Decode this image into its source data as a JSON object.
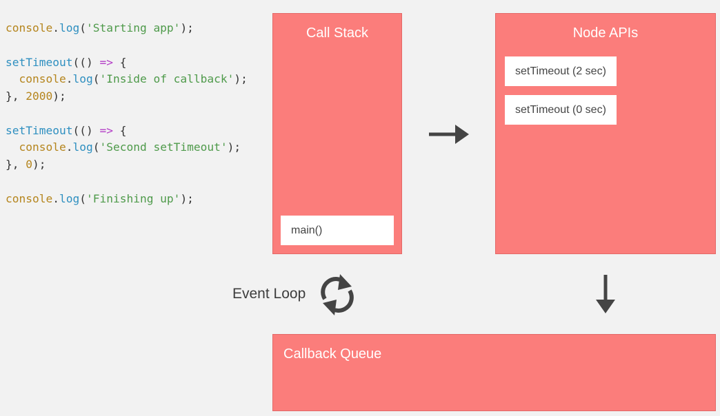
{
  "code": [
    [
      {
        "t": "console",
        "c": "obj"
      },
      {
        "t": ".",
        "c": "pun"
      },
      {
        "t": "log",
        "c": "fn"
      },
      {
        "t": "(",
        "c": "pun"
      },
      {
        "t": "'Starting app'",
        "c": "str"
      },
      {
        "t": ");",
        "c": "pun"
      }
    ],
    [],
    [
      {
        "t": "setTimeout",
        "c": "fn"
      },
      {
        "t": "(() ",
        "c": "pun"
      },
      {
        "t": "=>",
        "c": "kw"
      },
      {
        "t": " {",
        "c": "pun"
      }
    ],
    [
      {
        "t": "  ",
        "c": "pun"
      },
      {
        "t": "console",
        "c": "obj"
      },
      {
        "t": ".",
        "c": "pun"
      },
      {
        "t": "log",
        "c": "fn"
      },
      {
        "t": "(",
        "c": "pun"
      },
      {
        "t": "'Inside of callback'",
        "c": "str"
      },
      {
        "t": ");",
        "c": "pun"
      }
    ],
    [
      {
        "t": "}, ",
        "c": "pun"
      },
      {
        "t": "2000",
        "c": "num"
      },
      {
        "t": ");",
        "c": "pun"
      }
    ],
    [],
    [
      {
        "t": "setTimeout",
        "c": "fn"
      },
      {
        "t": "(() ",
        "c": "pun"
      },
      {
        "t": "=>",
        "c": "kw"
      },
      {
        "t": " {",
        "c": "pun"
      }
    ],
    [
      {
        "t": "  ",
        "c": "pun"
      },
      {
        "t": "console",
        "c": "obj"
      },
      {
        "t": ".",
        "c": "pun"
      },
      {
        "t": "log",
        "c": "fn"
      },
      {
        "t": "(",
        "c": "pun"
      },
      {
        "t": "'Second setTimeout'",
        "c": "str"
      },
      {
        "t": ");",
        "c": "pun"
      }
    ],
    [
      {
        "t": "}, ",
        "c": "pun"
      },
      {
        "t": "0",
        "c": "num"
      },
      {
        "t": ");",
        "c": "pun"
      }
    ],
    [],
    [
      {
        "t": "console",
        "c": "obj"
      },
      {
        "t": ".",
        "c": "pun"
      },
      {
        "t": "log",
        "c": "fn"
      },
      {
        "t": "(",
        "c": "pun"
      },
      {
        "t": "'Finishing up'",
        "c": "str"
      },
      {
        "t": ");",
        "c": "pun"
      }
    ]
  ],
  "call_stack": {
    "title": "Call Stack",
    "items": [
      "main()"
    ]
  },
  "node_apis": {
    "title": "Node APIs",
    "items": [
      "setTimeout (2 sec)",
      "setTimeout (0 sec)"
    ]
  },
  "callback_queue": {
    "title": "Callback Queue",
    "items": []
  },
  "event_loop": {
    "label": "Event Loop",
    "icon": "refresh-icon"
  },
  "colors": {
    "panel": "#fb7d7b",
    "panel_border": "#e36867",
    "card": "#ffffff",
    "background": "#f2f2f2",
    "arrow": "#444444"
  }
}
